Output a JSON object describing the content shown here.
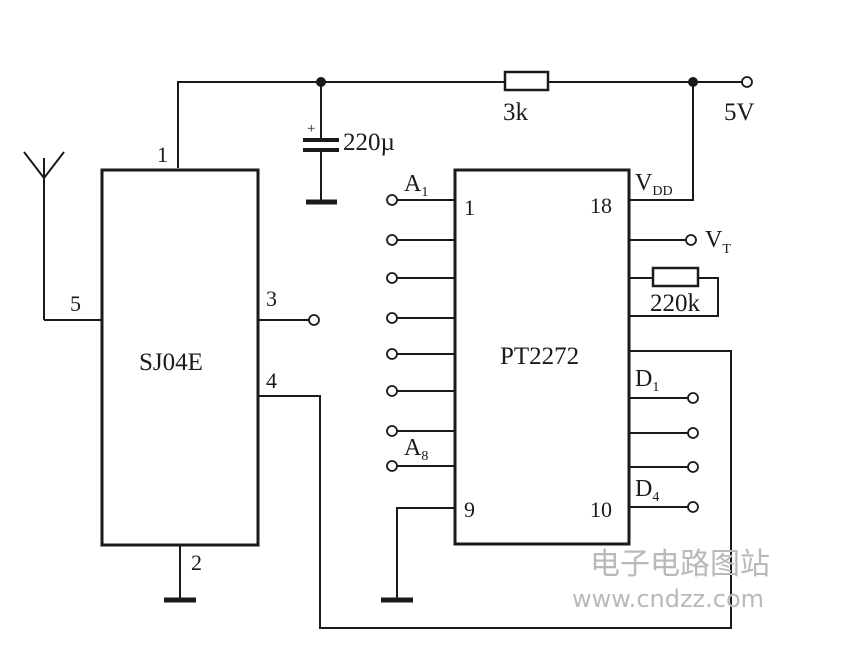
{
  "supply": {
    "label": "5V"
  },
  "resistor_3k": {
    "label": "3k"
  },
  "capacitor": {
    "label": "220µ",
    "polarity": "+"
  },
  "receiver": {
    "name": "SJ04E",
    "pins": {
      "p1": "1",
      "p2": "2",
      "p3": "3",
      "p4": "4",
      "p5": "5"
    }
  },
  "decoder": {
    "name": "PT2272",
    "pins": {
      "p1": "1",
      "p9": "9",
      "p10": "10",
      "p18": "18"
    },
    "labels": {
      "a1_main": "A",
      "a1_sub": "1",
      "a8_main": "A",
      "a8_sub": "8",
      "vdd_main": "V",
      "vdd_sub": "DD",
      "vt_main": "V",
      "vt_sub": "T",
      "d1_main": "D",
      "d1_sub": "1",
      "d4_main": "D",
      "d4_sub": "4"
    }
  },
  "resistor_220k": {
    "label": "220k"
  },
  "watermark": {
    "line1": "电子电路图站",
    "line2": "www.cndzz.com"
  }
}
